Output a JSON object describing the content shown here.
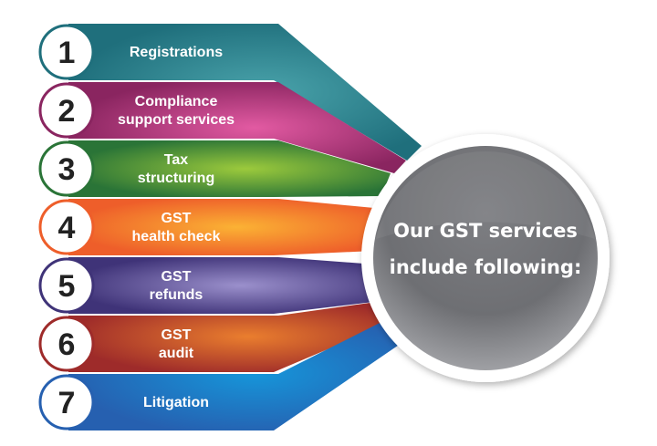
{
  "hub": {
    "line1": "Our GST services",
    "line2": "include following:"
  },
  "items": [
    {
      "number": "1",
      "lines": [
        "Registrations"
      ],
      "colors": [
        "#1f6f7c",
        "#4aa3ab"
      ]
    },
    {
      "number": "2",
      "lines": [
        "Compliance",
        "support services"
      ],
      "colors": [
        "#8a2560",
        "#e25aa2"
      ]
    },
    {
      "number": "3",
      "lines": [
        "Tax",
        "structuring"
      ],
      "colors": [
        "#2a7437",
        "#9cca3c"
      ]
    },
    {
      "number": "4",
      "lines": [
        "GST",
        "health check"
      ],
      "colors": [
        "#ee5e2a",
        "#fbb234"
      ]
    },
    {
      "number": "5",
      "lines": [
        "GST",
        "refunds"
      ],
      "colors": [
        "#3f3378",
        "#9b90cc"
      ]
    },
    {
      "number": "6",
      "lines": [
        "GST",
        "audit"
      ],
      "colors": [
        "#9e2b2a",
        "#ea7e2e"
      ]
    },
    {
      "number": "7",
      "lines": [
        "Litigation"
      ],
      "colors": [
        "#2660b0",
        "#1696da"
      ]
    }
  ]
}
